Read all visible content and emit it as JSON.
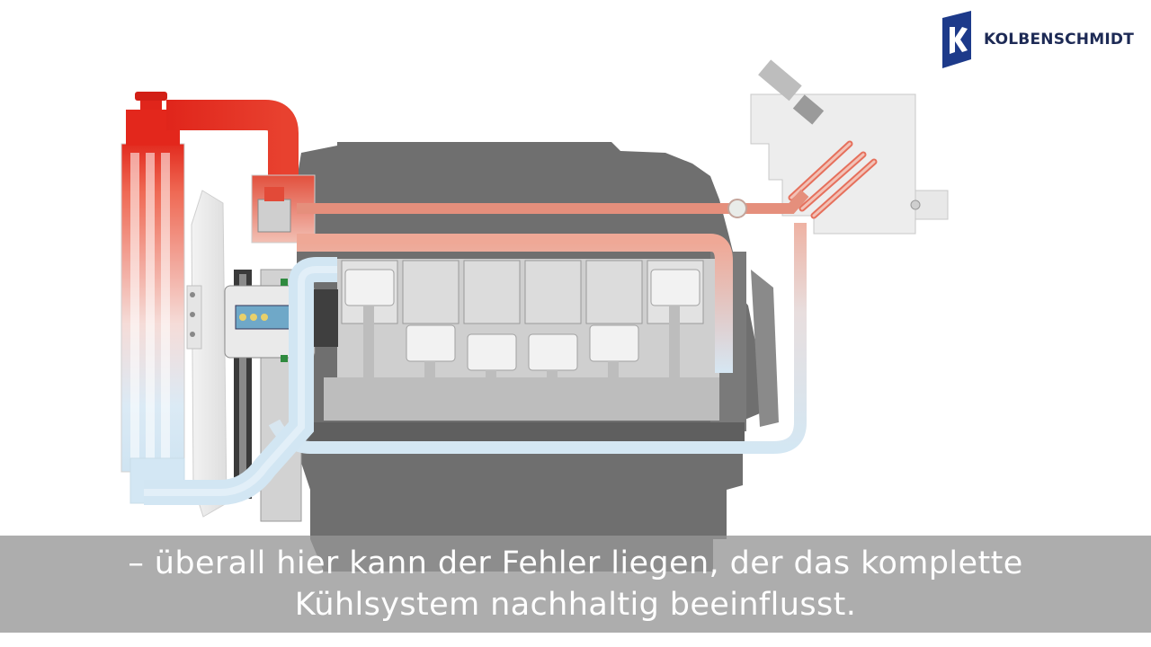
{
  "brand": {
    "name": "KOLBENSCHMIDT",
    "color": "#1d2a55"
  },
  "subtitle": {
    "line1": "– überall hier kann der Fehler liegen, der das komplette",
    "line2": "Kühlsystem nachhaltig beeinflusst."
  },
  "colors": {
    "hot_coolant": "#e43a2a",
    "warm_coolant": "#e9a08e",
    "cold_coolant": "#d3e6f3",
    "engine_block": "#6f6f6f",
    "engine_parts": "#d9d9d9"
  },
  "diagram": {
    "subject": "engine cooling circuit",
    "icon_names": [
      "radiator",
      "fan",
      "water-pump",
      "thermostat",
      "engine-block",
      "pistons",
      "heater-core",
      "expansion-cap"
    ]
  }
}
